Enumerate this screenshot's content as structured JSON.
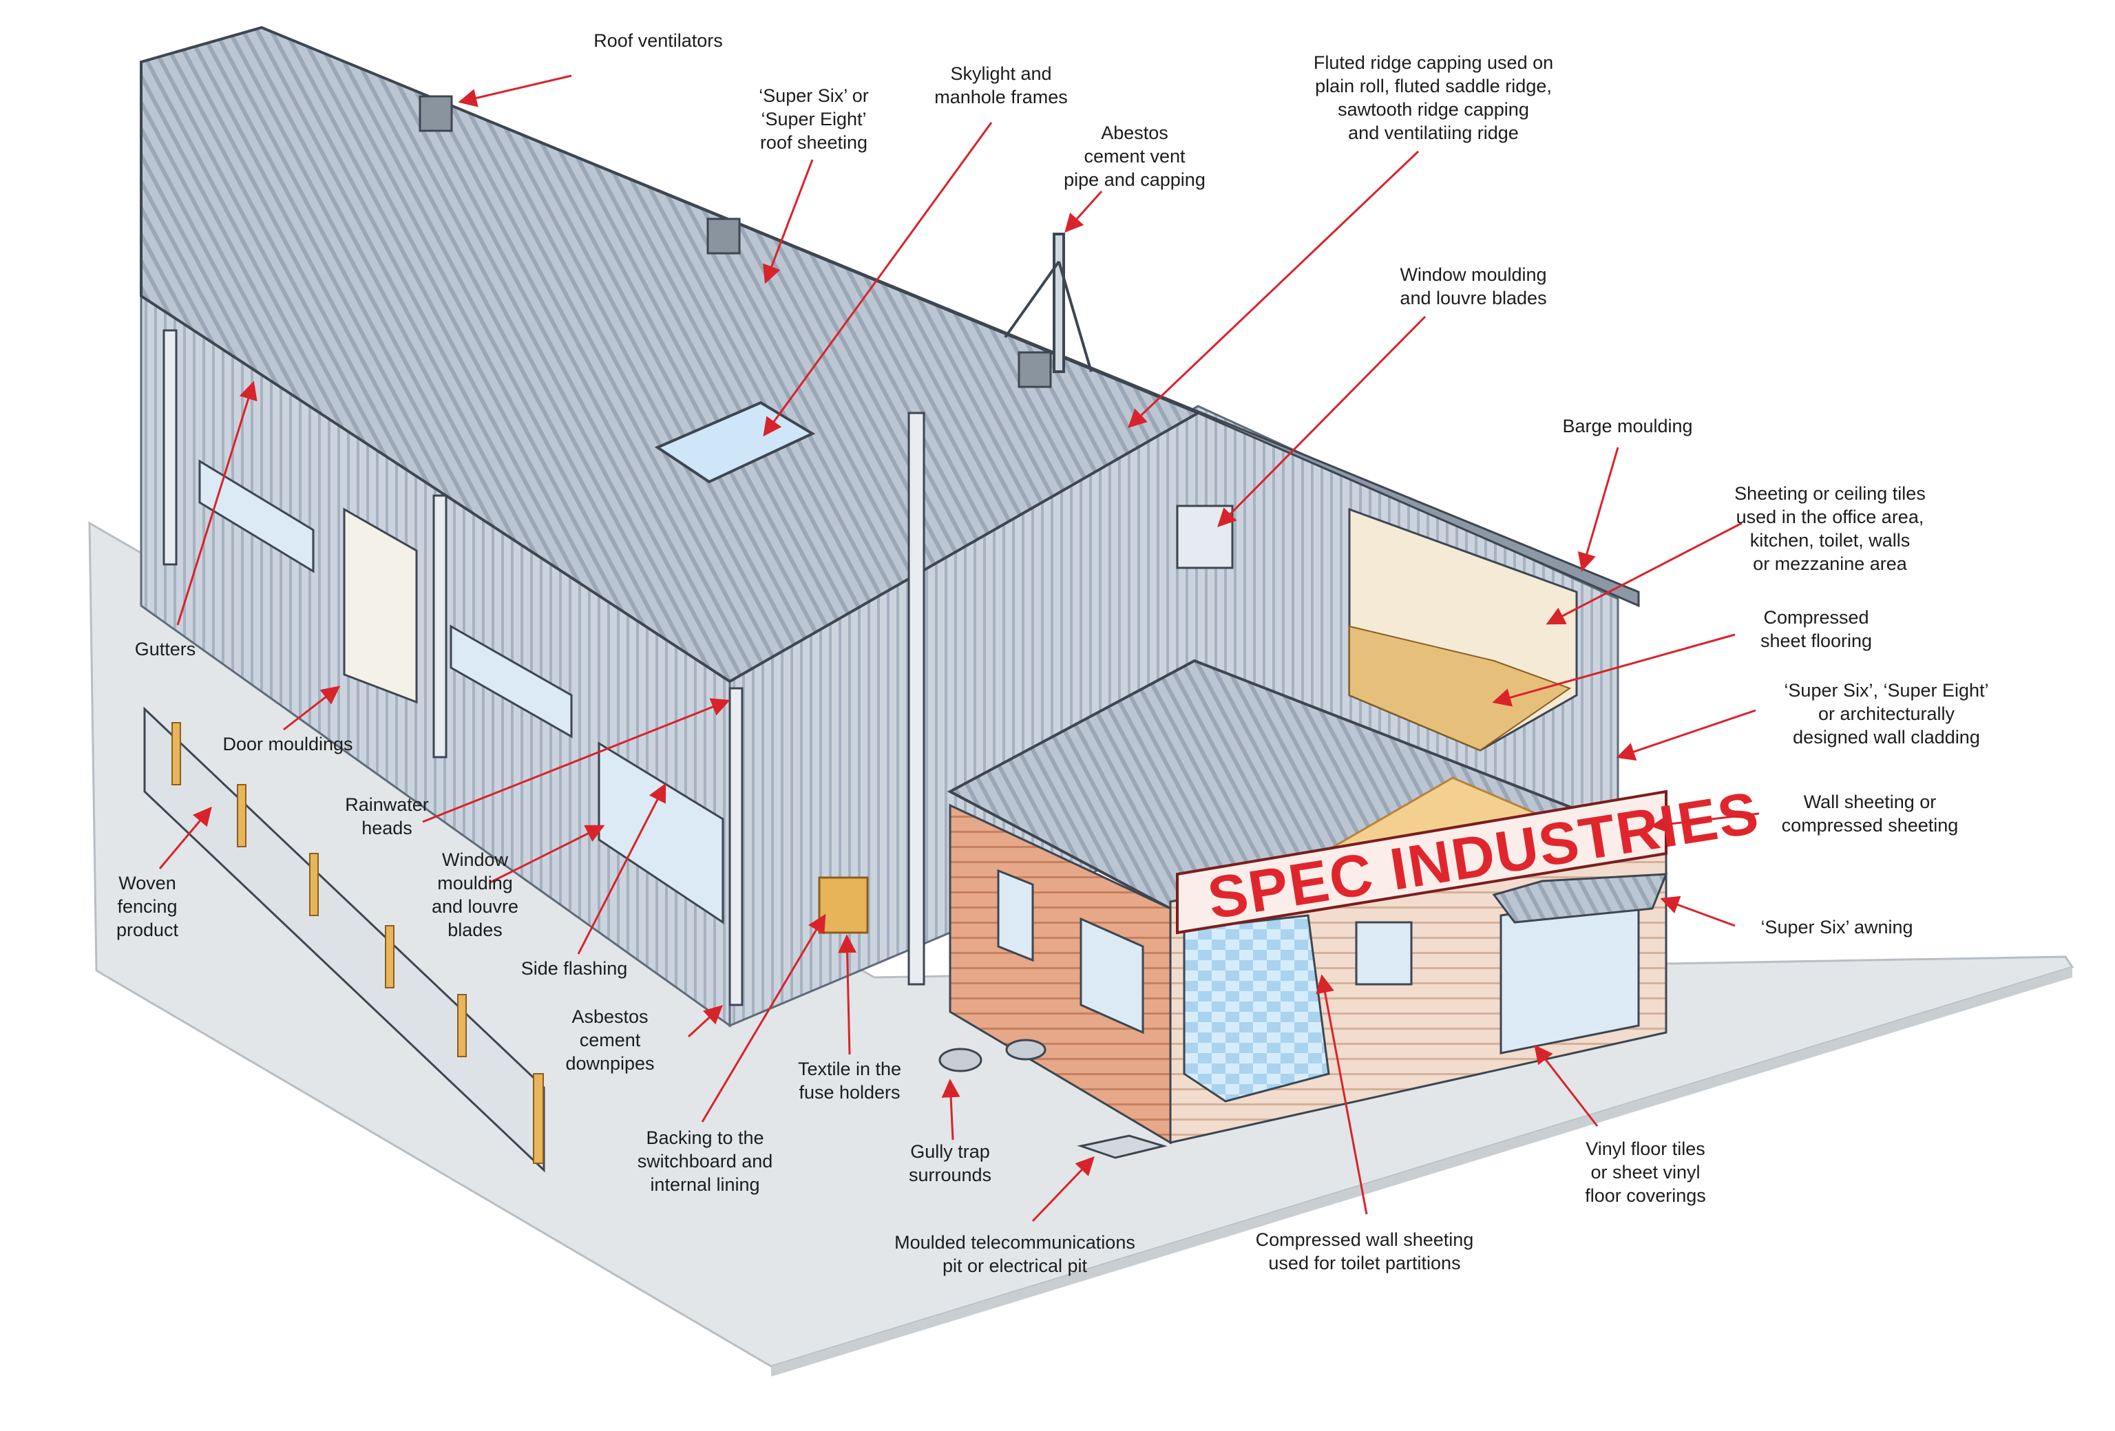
{
  "colors": {
    "leader": "#d9232a",
    "roof": "#b9c4d1",
    "wall": "#c8d1dc",
    "slab": "#e2e5e8",
    "timber_wall": "#e6a888",
    "sign_red": "#e0262c",
    "post": "#e8b55a"
  },
  "sign": {
    "text": "SPEC INDUSTRIES"
  },
  "labels": {
    "roof_ventilators": "Roof ventilators",
    "super_six_roof": "‘Super Six’ or\n‘Super Eight’\nroof sheeting",
    "skylight": "Skylight and\nmanhole frames",
    "vent_pipe": "Abestos\ncement vent\npipe and capping",
    "ridge_capping": "Fluted ridge capping used on\nplain roll, fluted saddle ridge,\nsawtooth ridge capping\nand ventilatiing ridge",
    "window_moulding_top": "Window moulding\nand louvre blades",
    "barge_moulding": "Barge moulding",
    "ceiling_tiles": "Sheeting or ceiling tiles\nused in the office area,\nkitchen, toilet, walls\nor mezzanine area",
    "compressed_flooring": "Compressed\nsheet flooring",
    "wall_cladding": "‘Super Six’, ‘Super Eight’\nor architecturally\ndesigned wall cladding",
    "wall_sheeting": "Wall sheeting or\ncompressed sheeting",
    "awning": "‘Super Six’ awning",
    "vinyl_floor": "Vinyl floor tiles\nor sheet vinyl\nfloor coverings",
    "toilet_partitions": "Compressed wall sheeting\nused for toilet partitions",
    "telecom_pit": "Moulded telecommunications\npit or electrical pit",
    "gully_trap": "Gully trap\nsurrounds",
    "fuse_holders": "Textile in the\nfuse holders",
    "switchboard": "Backing to the\nswitchboard and\ninternal lining",
    "downpipes": "Asbestos\ncement\ndownpipes",
    "side_flashing": "Side flashing",
    "window_moulding_side": "Window\nmoulding\nand louvre\nblades",
    "rainwater_heads": "Rainwater\nheads",
    "door_mouldings": "Door mouldings",
    "gutters": "Gutters",
    "woven_fencing": "Woven\nfencing\nproduct"
  }
}
